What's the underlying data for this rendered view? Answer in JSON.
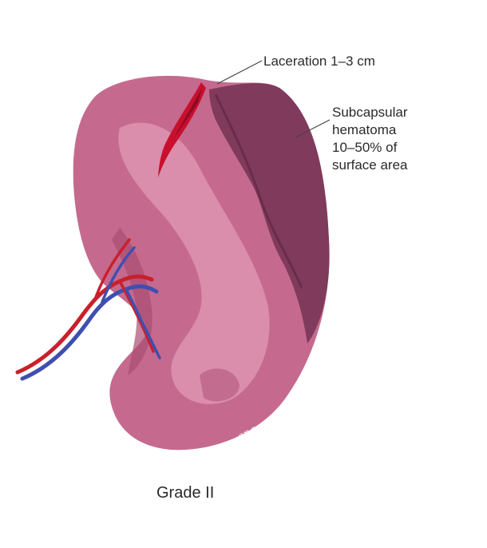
{
  "labels": {
    "laceration": "Laceration 1–3 cm",
    "hematoma": "Subcapsular\nhematoma\n10–50% of\nsurface area",
    "grade": "Grade II"
  },
  "signature": "ana",
  "colors": {
    "organ": "#c56a8e",
    "organ_light": "#de93b2",
    "organ_shadow": "#a94d74",
    "hematoma": "#7a3658",
    "laceration": "#c8102e",
    "artery": "#c8202c",
    "vein": "#3e4fb0",
    "leader_line": "#444444"
  }
}
